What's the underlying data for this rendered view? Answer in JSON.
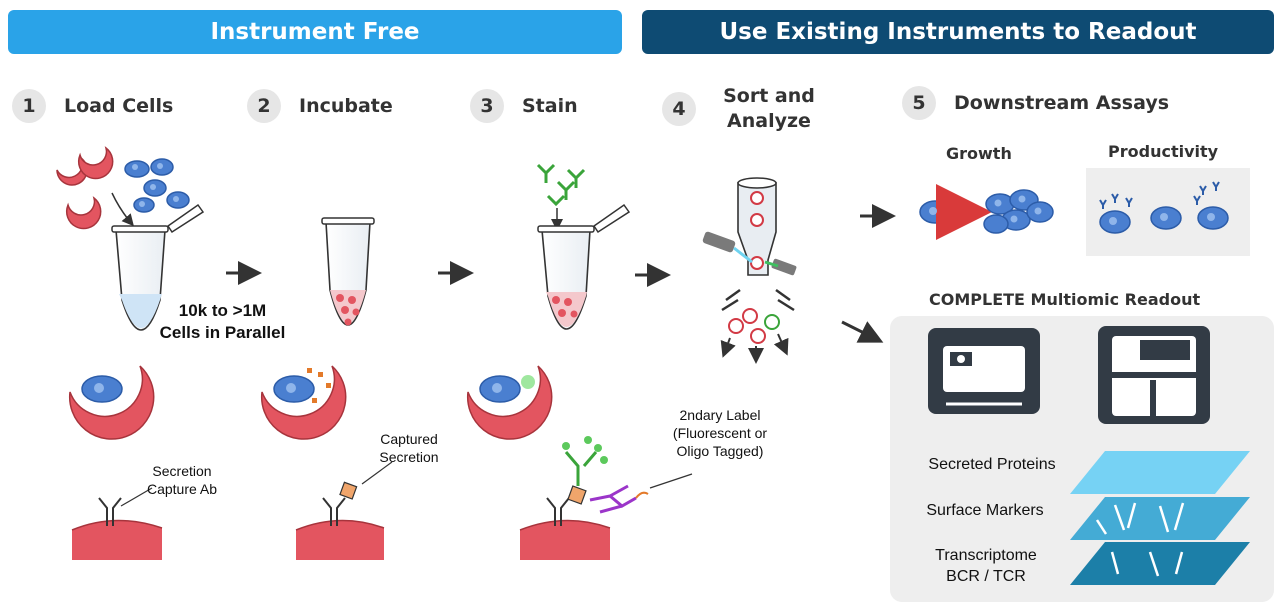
{
  "banners": {
    "instrument_free": "Instrument Free",
    "existing_instruments": "Use Existing Instruments to Readout"
  },
  "steps": [
    {
      "number": "1",
      "label": "Load Cells"
    },
    {
      "number": "2",
      "label": "Incubate"
    },
    {
      "number": "3",
      "label": "Stain"
    },
    {
      "number": "4",
      "label": "Sort and Analyze"
    },
    {
      "number": "5",
      "label": "Downstream Assays"
    }
  ],
  "downstream": {
    "growth": "Growth",
    "productivity": "Productivity",
    "multiomic_title": "COMPLETE Multiomic Readout"
  },
  "load": {
    "cells_line1": "10k to >1M",
    "cells_line2": "Cells in Parallel"
  },
  "labels": {
    "secretion_capture_line1": "Secretion",
    "secretion_capture_line2": "Capture Ab",
    "captured_line1": "Captured",
    "captured_line2": "Secretion",
    "secondary_line1": "2ndary Label",
    "secondary_line2": "(Fluorescent or",
    "secondary_line3": "Oligo Tagged)"
  },
  "layers": {
    "secreted": "Secreted Proteins",
    "surface": "Surface Markers",
    "transcriptome_line1": "Transcriptome",
    "transcriptome_line2": "BCR / TCR"
  },
  "colors": {
    "banner_free": "#2aa3e8",
    "banner_existing": "#0e4b73",
    "particle": "#e35560",
    "cell": "#4a7fd0",
    "layer": "#5bc3ea"
  }
}
